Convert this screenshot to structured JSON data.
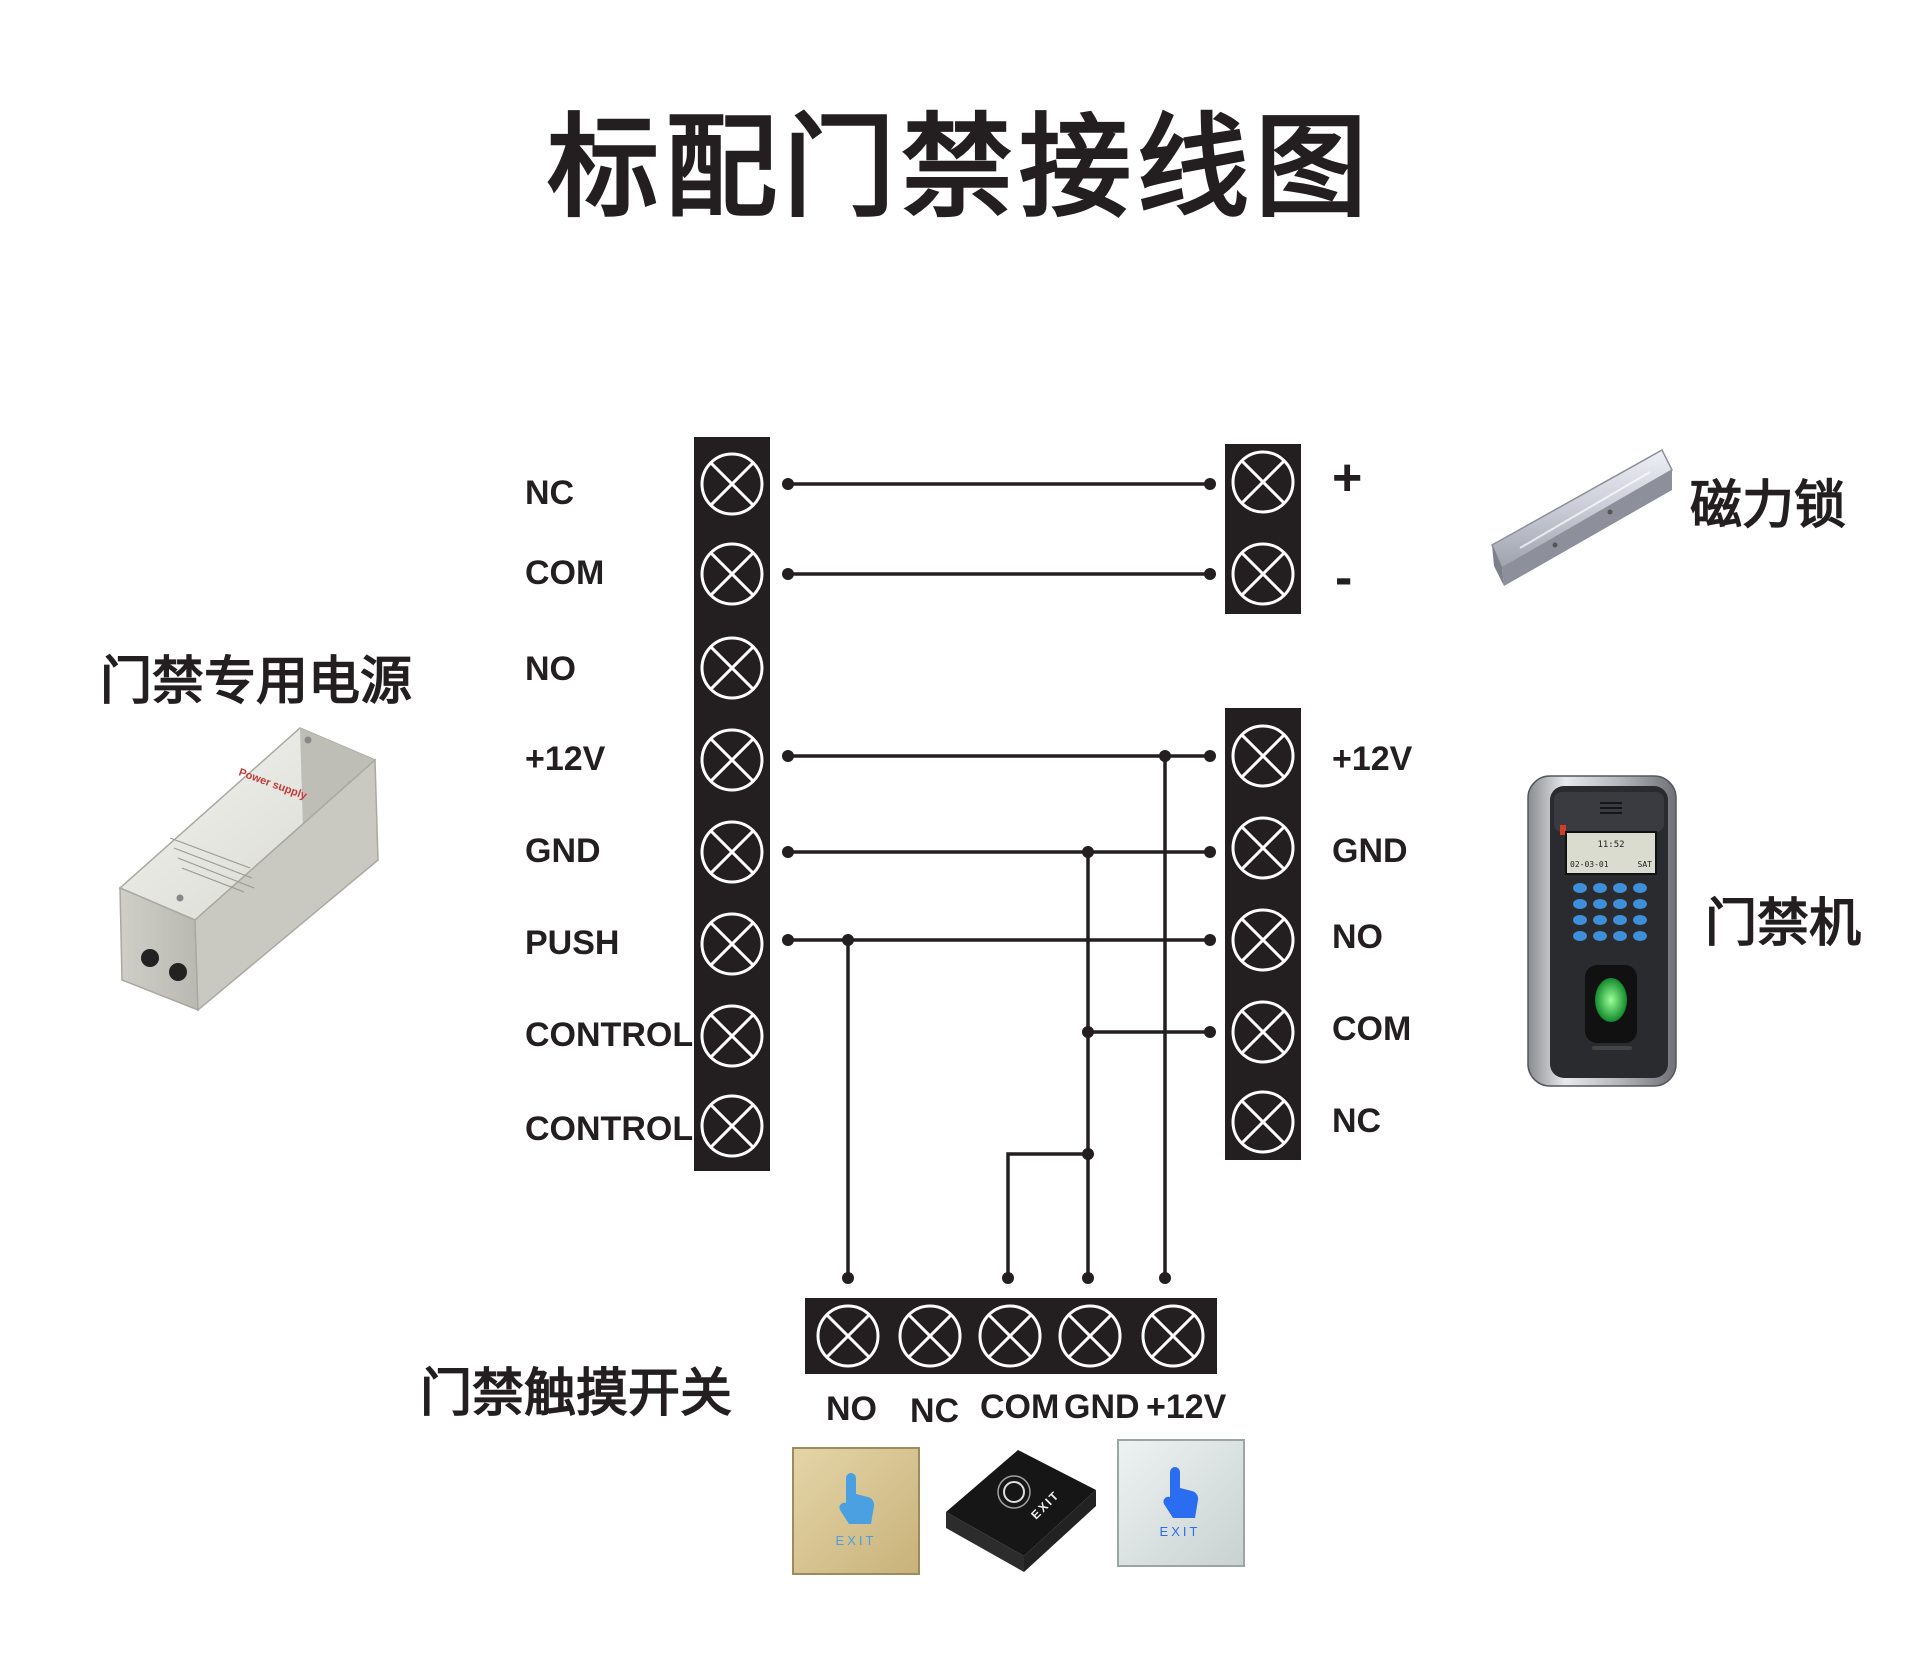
{
  "title": "标配门禁接线图",
  "devices": {
    "power_supply": {
      "name": "门禁专用电源",
      "case_text": "Power supply"
    },
    "magnetic_lock": {
      "name": "磁力锁"
    },
    "access_controller": {
      "name": "门禁机",
      "lcd_time": "11:52",
      "lcd_date": "02-03-01",
      "lcd_day": "SAT"
    },
    "touch_switch": {
      "name": "门禁触摸开关",
      "panel_text": "EXIT"
    }
  },
  "power_terminals": [
    "NC",
    "COM",
    "NO",
    "+12V",
    "GND",
    "PUSH",
    "CONTROL",
    "CONTROL"
  ],
  "lock_terminals": [
    "+",
    "-"
  ],
  "controller_terminals": [
    "+12V",
    "GND",
    "NO",
    "COM",
    "NC"
  ],
  "switch_terminals": [
    "NO",
    "NC",
    "COM",
    "GND",
    "+12V"
  ],
  "colors": {
    "ink": "#231f20",
    "terminal_block": "#231f20",
    "wire": "#231f20",
    "background": "#ffffff"
  }
}
